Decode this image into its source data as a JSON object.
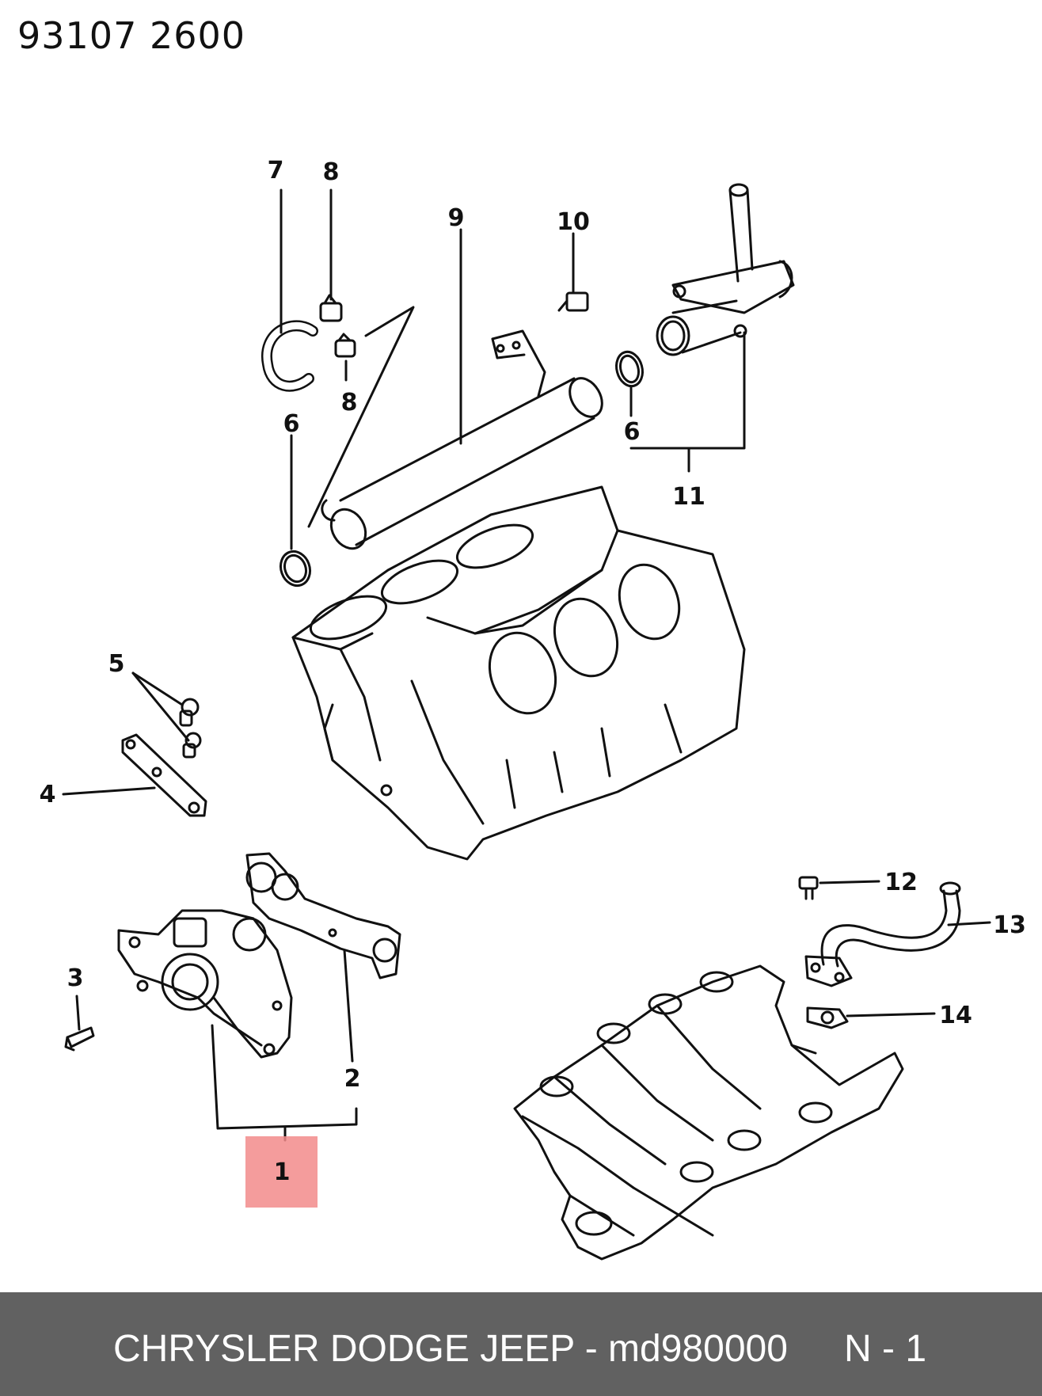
{
  "header": {
    "code": "93107   2600"
  },
  "callouts": {
    "c1": "1",
    "c2": "2",
    "c3": "3",
    "c4": "4",
    "c5": "5",
    "c6a": "6",
    "c6b": "6",
    "c7": "7",
    "c8a": "8",
    "c8b": "8",
    "c9": "9",
    "c10": "10",
    "c11": "11",
    "c12": "12",
    "c13": "13",
    "c14": "14"
  },
  "highlight": {
    "part": "1",
    "color": "#f28b8b"
  },
  "colors": {
    "line": "#111111",
    "footer_bg": "#616161",
    "footer_text": "#ffffff"
  },
  "footer": {
    "brand_text": "CHRYSLER DODGE JEEP - md980000",
    "page_text": "N - 1"
  }
}
